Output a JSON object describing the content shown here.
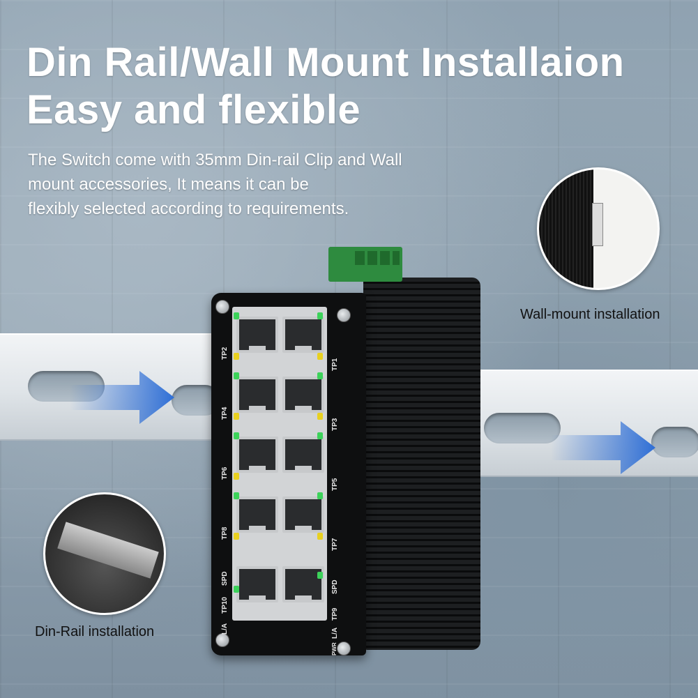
{
  "headline": {
    "line1": "Din Rail/Wall Mount Installaion",
    "line2": "Easy and flexible"
  },
  "description": {
    "line1": "The Switch come with 35mm Din-rail Clip and Wall",
    "line2": "mount accessories, It means it can be",
    "line3": "flexibly selected according to requirements."
  },
  "captions": {
    "wall": "Wall-mount installation",
    "din": "Din-Rail installation"
  },
  "port_labels": [
    "TP2",
    "TP1",
    "TP4",
    "TP3",
    "TP6",
    "TP5",
    "TP8",
    "TP7",
    "TP10",
    "TP9"
  ],
  "indicator_labels": {
    "spd_left": "SPD",
    "la_left": "L/A",
    "spd_right": "SPD",
    "la_right": "L/A",
    "pwr": "PWR"
  },
  "colors": {
    "arrow": "#2f6fd6",
    "led_green": "#3cd25a",
    "led_yellow": "#e8d020",
    "terminal": "#2e8b3f"
  }
}
